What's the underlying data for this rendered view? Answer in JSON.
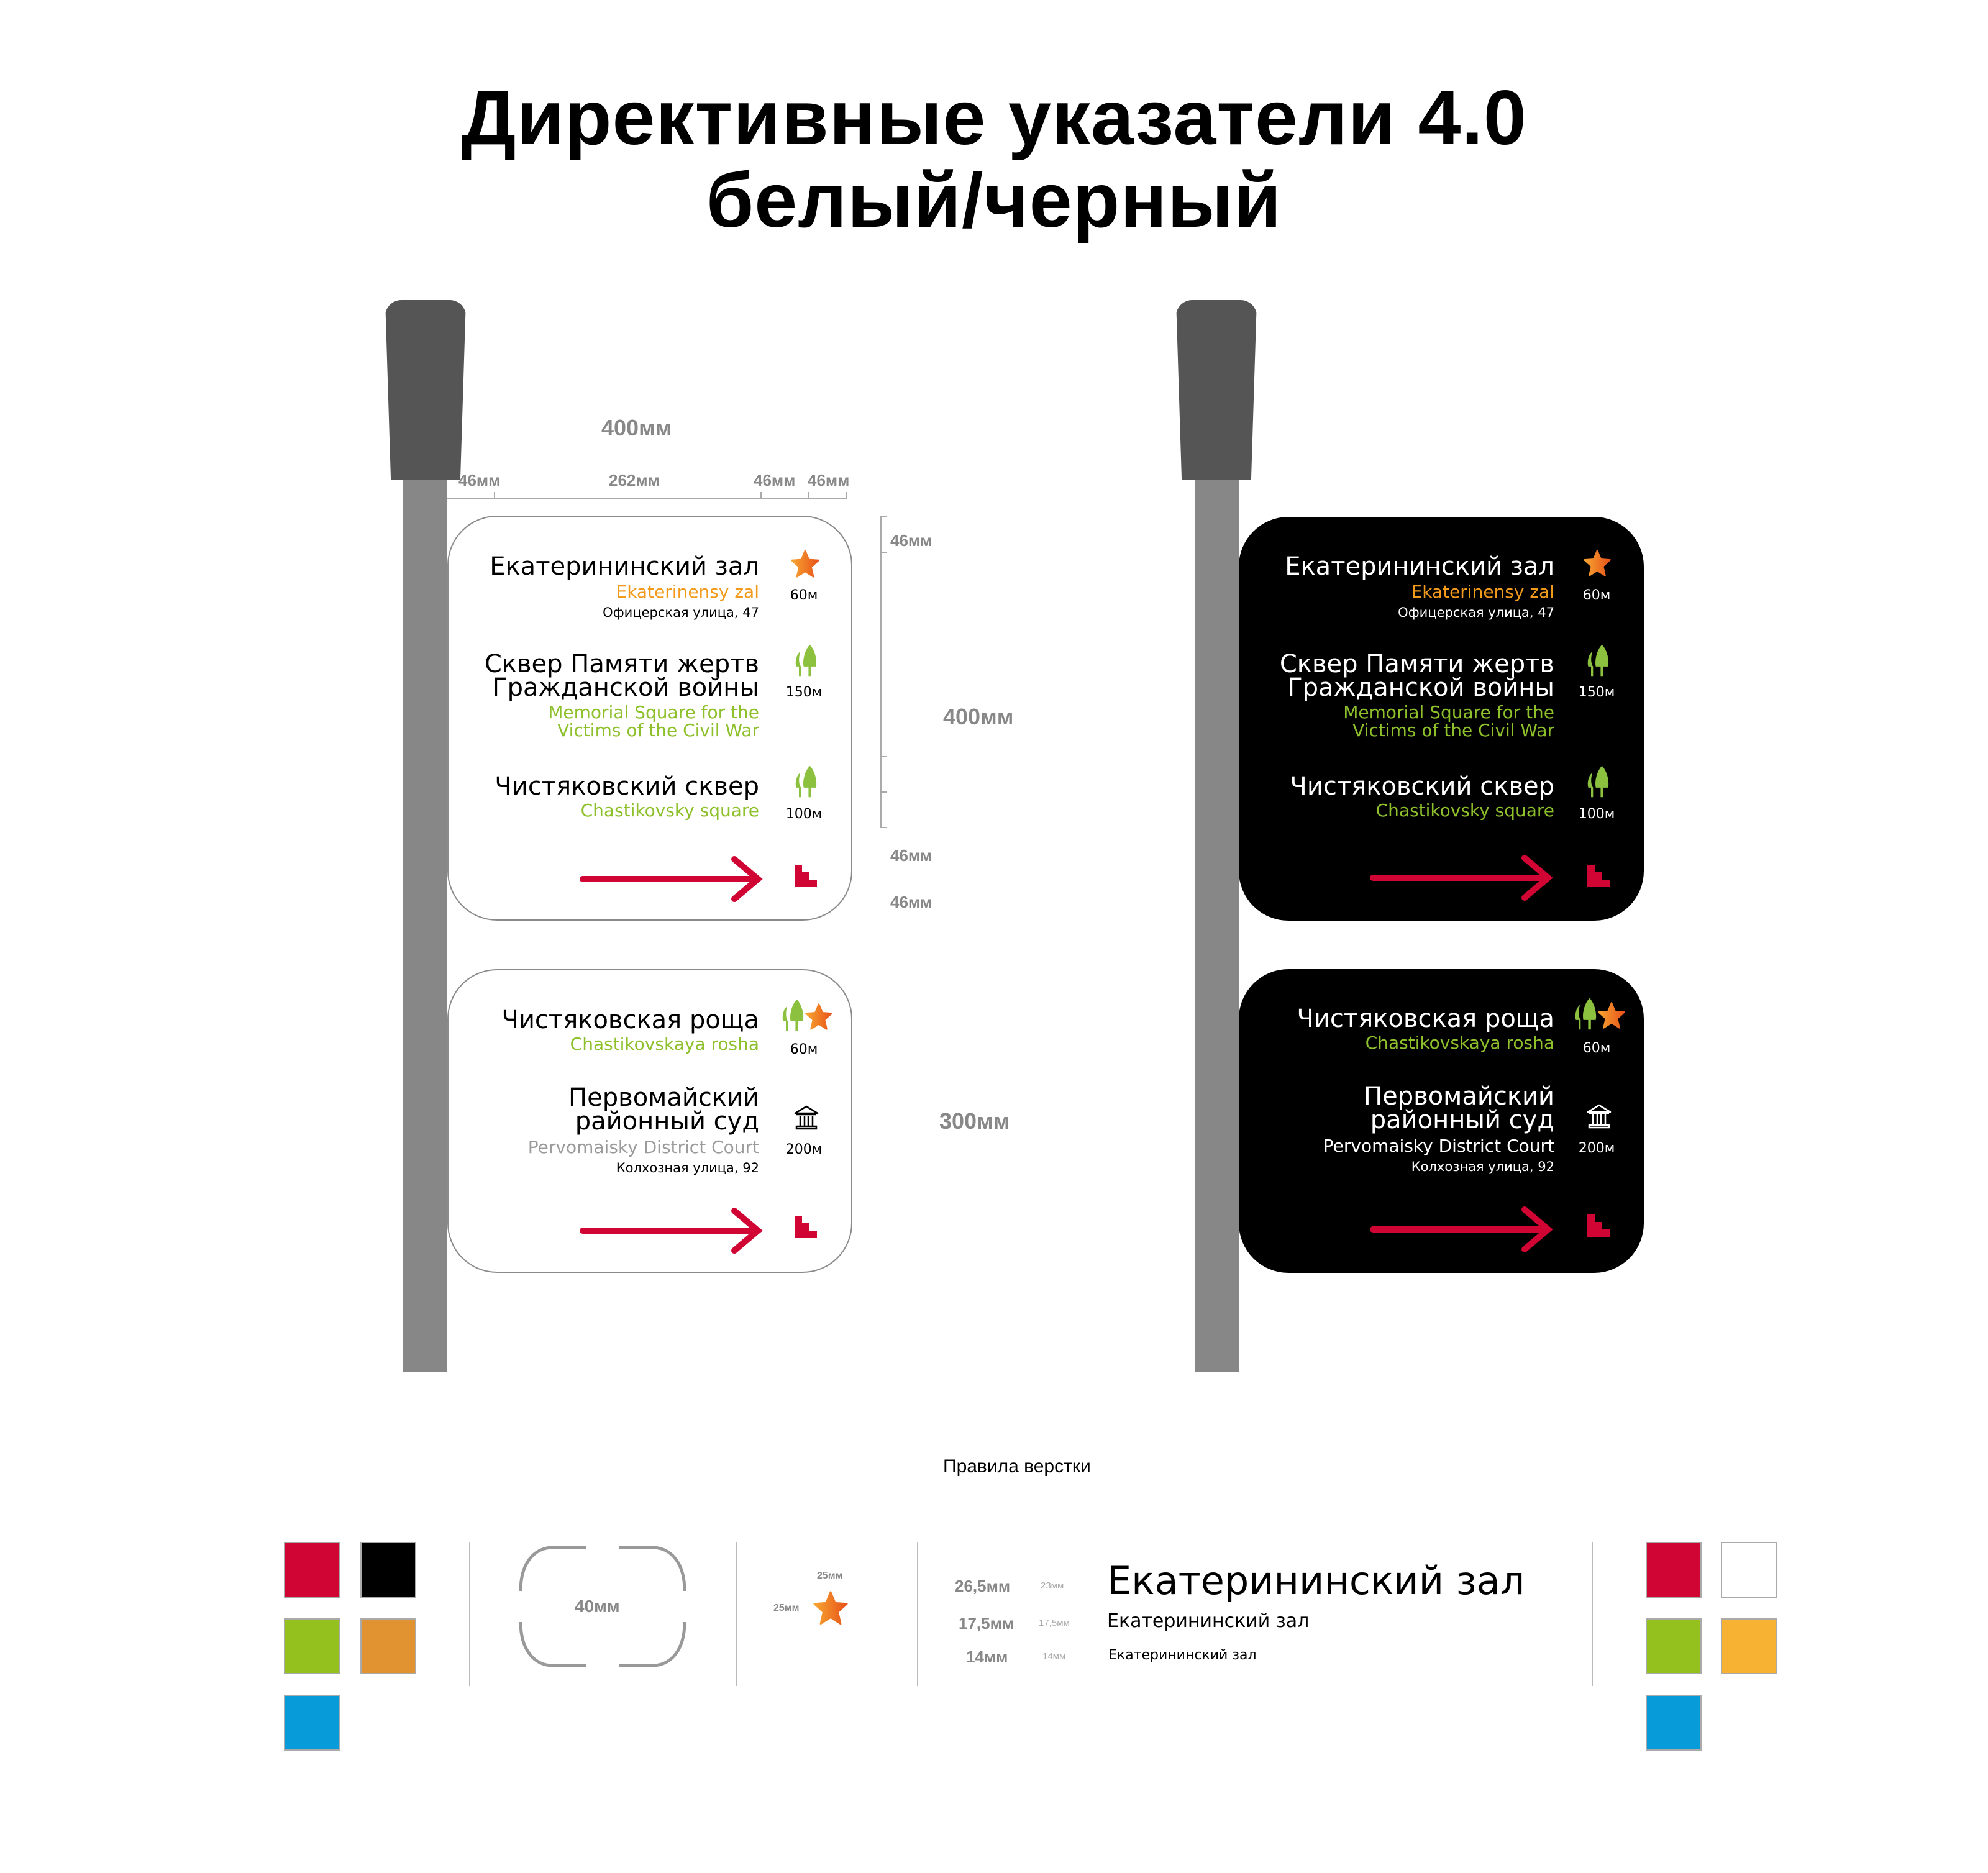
{
  "title": {
    "line1": "Директивные указатели 4.0",
    "line2": "белый/черный"
  },
  "colors": {
    "red": "#D10534",
    "black": "#000000",
    "green": "#95C11F",
    "orange_dark": "#E09330",
    "blue": "#079BD9",
    "white": "#FFFFFF",
    "orange_light": "#F7B233",
    "pole": "#878787",
    "cap": "#555555",
    "dimension_gray": "#888888",
    "court_gray": "#9B9B9B"
  },
  "dimensions": {
    "width_total": "400мм",
    "width_parts": [
      "46мм",
      "262мм",
      "46мм",
      "46мм"
    ],
    "height_top": "46мм",
    "height_main": "400мм",
    "height_bottom_1": "46мм",
    "height_bottom_2": "46мм",
    "height_second_sign": "300мм"
  },
  "sign1": {
    "entries": [
      {
        "name": "Екатерининский зал",
        "en": "Ekaterinensy zal",
        "address": "Офицерская улица, 47",
        "distance": "60м",
        "icon": "star-icon"
      },
      {
        "name_line1": "Сквер Памяти жертв",
        "name_line2": "Гражданской войны",
        "en_line1": "Memorial Square for the",
        "en_line2": "Victims of the Civil War",
        "distance": "150м",
        "icon": "trees-icon"
      },
      {
        "name": "Чистяковский сквер",
        "en": "Chastikovsky square",
        "distance": "100м",
        "icon": "trees-icon"
      }
    ],
    "direction": "arrow-right-icon",
    "stairs_icon": "stairs-icon"
  },
  "sign2": {
    "entries": [
      {
        "name": "Чистяковская роща",
        "en": "Chastikovskaya rosha",
        "distance": "60м",
        "icons": [
          "trees-icon",
          "star-icon"
        ]
      },
      {
        "name_line1": "Первомайский",
        "name_line2": "районный суд",
        "en": "Pervomaisky District Court",
        "address": "Колхозная улица, 92",
        "distance": "200м",
        "icon": "court-icon"
      }
    ],
    "direction": "arrow-right-icon",
    "stairs_icon": "stairs-icon"
  },
  "rules": {
    "heading": "Правила верстки",
    "corner_radius": "40мм",
    "icon_size_h": "25мм",
    "icon_size_w": "25мм",
    "typography": [
      {
        "size": "26,5мм",
        "line": "23мм",
        "sample": "Екатерининский зал"
      },
      {
        "size": "17,5мм",
        "line": "17,5мм",
        "sample": "Екатерининский зал"
      },
      {
        "size": "14мм",
        "line": "14мм",
        "sample": "Екатерининский зал"
      }
    ]
  }
}
